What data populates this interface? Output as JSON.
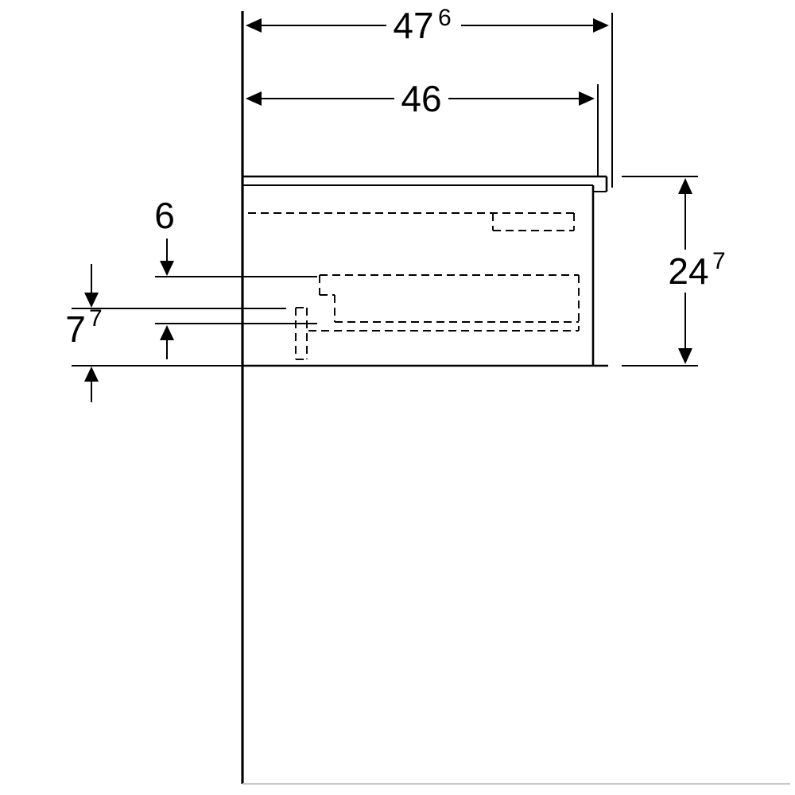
{
  "colors": {
    "line": "#000000",
    "background": "#ffffff",
    "frame_line": "#c8c8c8"
  },
  "dimensions": {
    "overall_depth": {
      "value": "47",
      "sup": "6"
    },
    "cabinet_depth": {
      "value": "46"
    },
    "cabinet_height": {
      "value": "24",
      "sup": "7"
    },
    "inner_offset": {
      "value": "6"
    },
    "bottom_offset": {
      "value": "7",
      "sup": "7"
    }
  }
}
